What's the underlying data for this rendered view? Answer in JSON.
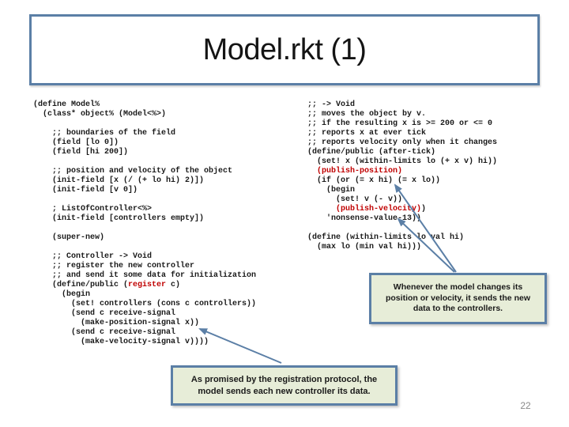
{
  "slide": {
    "title": "Model.rkt (1)",
    "page_number": "22"
  },
  "colors": {
    "accent": "#5b7fa6",
    "callout_bg": "#e7edd8",
    "keyword": "#c00000",
    "code": "#1a1a1a",
    "page_number": "#8a8a8a"
  },
  "callouts": {
    "right_text": "Whenever the model changes its position or velocity, it sends the new data to the controllers.",
    "bottom_text": "As promised by the registration protocol, the model sends each new controller its data."
  },
  "code_left": {
    "lines": [
      [
        {
          "t": "(define Model%"
        }
      ],
      [
        {
          "t": "  (class* object% (Model<%>)"
        }
      ],
      [
        {
          "t": " "
        }
      ],
      [
        {
          "t": "    ;; boundaries of the field"
        }
      ],
      [
        {
          "t": "    (field [lo 0])"
        }
      ],
      [
        {
          "t": "    (field [hi 200])"
        }
      ],
      [
        {
          "t": " "
        }
      ],
      [
        {
          "t": "    ;; position and velocity of the object"
        }
      ],
      [
        {
          "t": "    (init-field [x (/ (+ lo hi) 2)])"
        }
      ],
      [
        {
          "t": "    (init-field [v 0])"
        }
      ],
      [
        {
          "t": " "
        }
      ],
      [
        {
          "t": "    ; ListOfController<%>"
        }
      ],
      [
        {
          "t": "    (init-field [controllers empty])"
        }
      ],
      [
        {
          "t": " "
        }
      ],
      [
        {
          "t": "    (super-new)"
        }
      ],
      [
        {
          "t": " "
        }
      ],
      [
        {
          "t": "    ;; Controller -> Void"
        }
      ],
      [
        {
          "t": "    ;; register the new controller"
        }
      ],
      [
        {
          "t": "    ;; and send it some data for initialization"
        }
      ],
      [
        {
          "t": "    (define/public ("
        },
        {
          "t": "register",
          "k": true
        },
        {
          "t": " c)"
        }
      ],
      [
        {
          "t": "      (begin"
        }
      ],
      [
        {
          "t": "        (set! controllers (cons c controllers))"
        }
      ],
      [
        {
          "t": "        (send c receive-signal"
        }
      ],
      [
        {
          "t": "          (make-position-signal x))"
        }
      ],
      [
        {
          "t": "        (send c receive-signal"
        }
      ],
      [
        {
          "t": "          (make-velocity-signal v))))"
        }
      ]
    ]
  },
  "code_right": {
    "lines": [
      [
        {
          "t": ";; -> Void"
        }
      ],
      [
        {
          "t": ";; moves the object by v."
        }
      ],
      [
        {
          "t": ";; if the resulting x is >= 200 or <= 0"
        }
      ],
      [
        {
          "t": ";; reports x at ever tick"
        }
      ],
      [
        {
          "t": ";; reports velocity only when it changes"
        }
      ],
      [
        {
          "t": "(define/public (after-tick)"
        }
      ],
      [
        {
          "t": "  (set! x (within-limits lo (+ x v) hi))"
        }
      ],
      [
        {
          "t": "  "
        },
        {
          "t": "(publish-position)",
          "k": true
        }
      ],
      [
        {
          "t": "  (if (or (= x hi) (= x lo))"
        }
      ],
      [
        {
          "t": "    (begin"
        }
      ],
      [
        {
          "t": "      (set! v (- v))"
        }
      ],
      [
        {
          "t": "      "
        },
        {
          "t": "(publish-velocity)",
          "k": true
        },
        {
          "t": ")"
        }
      ],
      [
        {
          "t": "    'nonsense-value-13))"
        }
      ],
      [
        {
          "t": " "
        }
      ],
      [
        {
          "t": "(define (within-limits lo val hi)"
        }
      ],
      [
        {
          "t": "  (max lo (min val hi)))"
        }
      ]
    ]
  }
}
